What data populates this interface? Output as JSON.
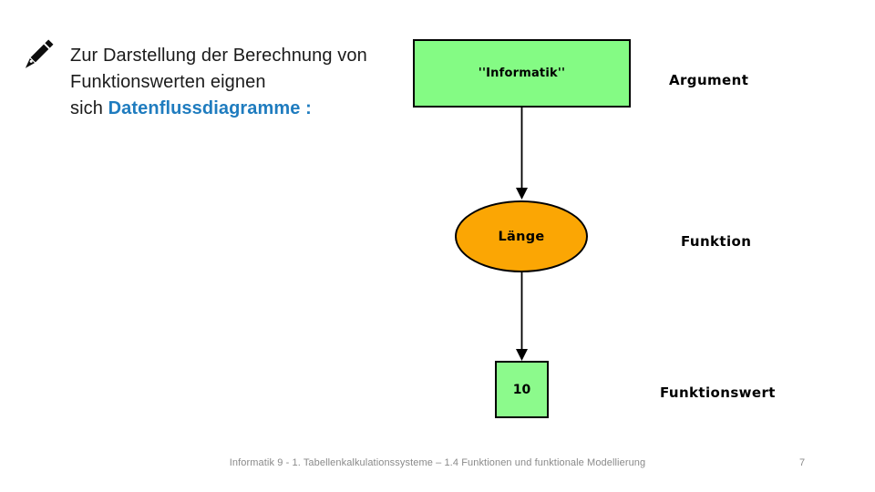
{
  "slide": {
    "title": {
      "line1": "Zur Darstellung der Berechnung von",
      "line2": "Funktionswerten eignen",
      "line3_prefix": "sich ",
      "line3_keyword": "Datenflussdiagramme",
      "line3_suffix": " :"
    },
    "icons": {
      "pen": "✒"
    },
    "colors": {
      "keyword": "#1F7CBF",
      "argument_fill": "#84FB84",
      "function_fill": "#FBA604",
      "value_fill": "#8CFA8C",
      "shape_outline": "#000000",
      "footer_text": "#8A8A8A"
    },
    "diagram": {
      "argument": {
        "text": "''Informatik''",
        "label": "Argument"
      },
      "function": {
        "text": "Länge",
        "label": "Funktion"
      },
      "value": {
        "text": "10",
        "label": "Funktionswert"
      }
    },
    "footer": {
      "text": "Informatik 9 - 1. Tabellenkalkulationssysteme – 1.4 Funktionen und funktionale Modellierung",
      "page_number": "7"
    }
  }
}
